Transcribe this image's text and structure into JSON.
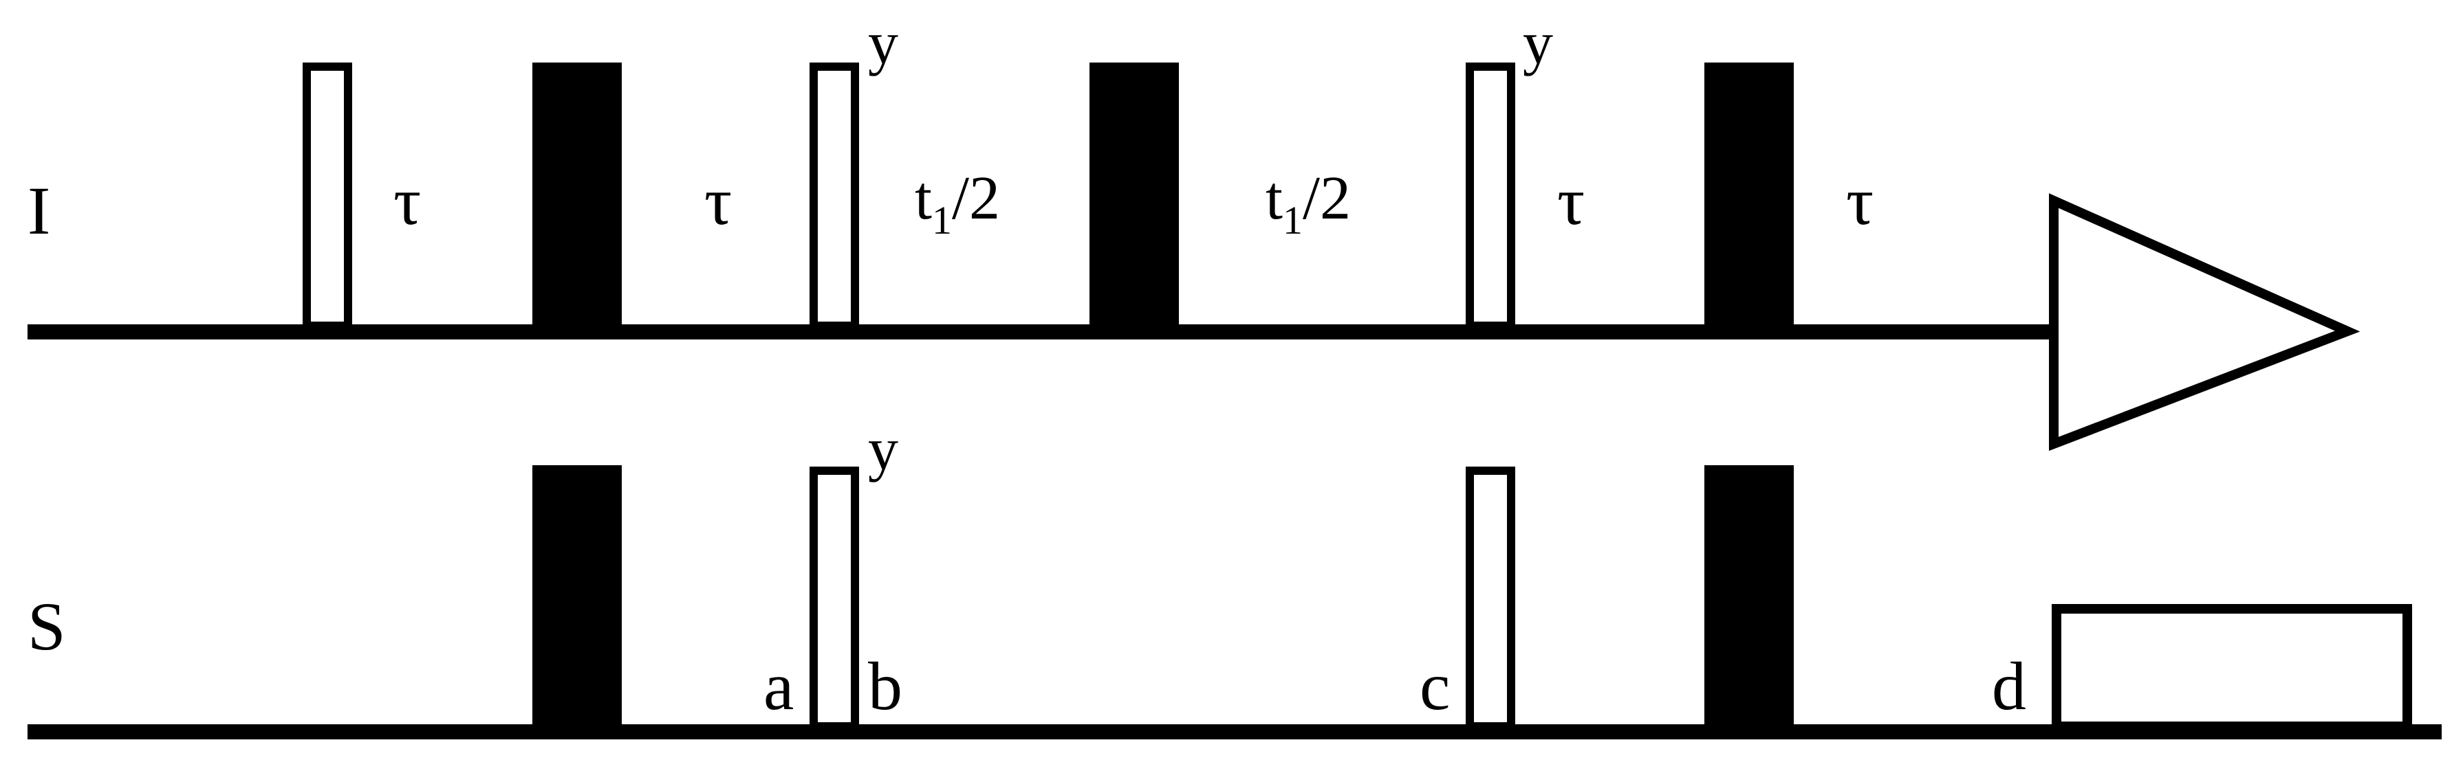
{
  "channels": {
    "i_label": "I",
    "s_label": "S"
  },
  "delays": {
    "tau": "τ",
    "t1": "t",
    "t1_sub": "1",
    "t1_rest": "/2"
  },
  "phases": {
    "y": "y"
  },
  "points": {
    "a": "a",
    "b": "b",
    "c": "c",
    "d": "d"
  },
  "colors": {
    "ink": "#000000",
    "background": "#ffffff"
  }
}
